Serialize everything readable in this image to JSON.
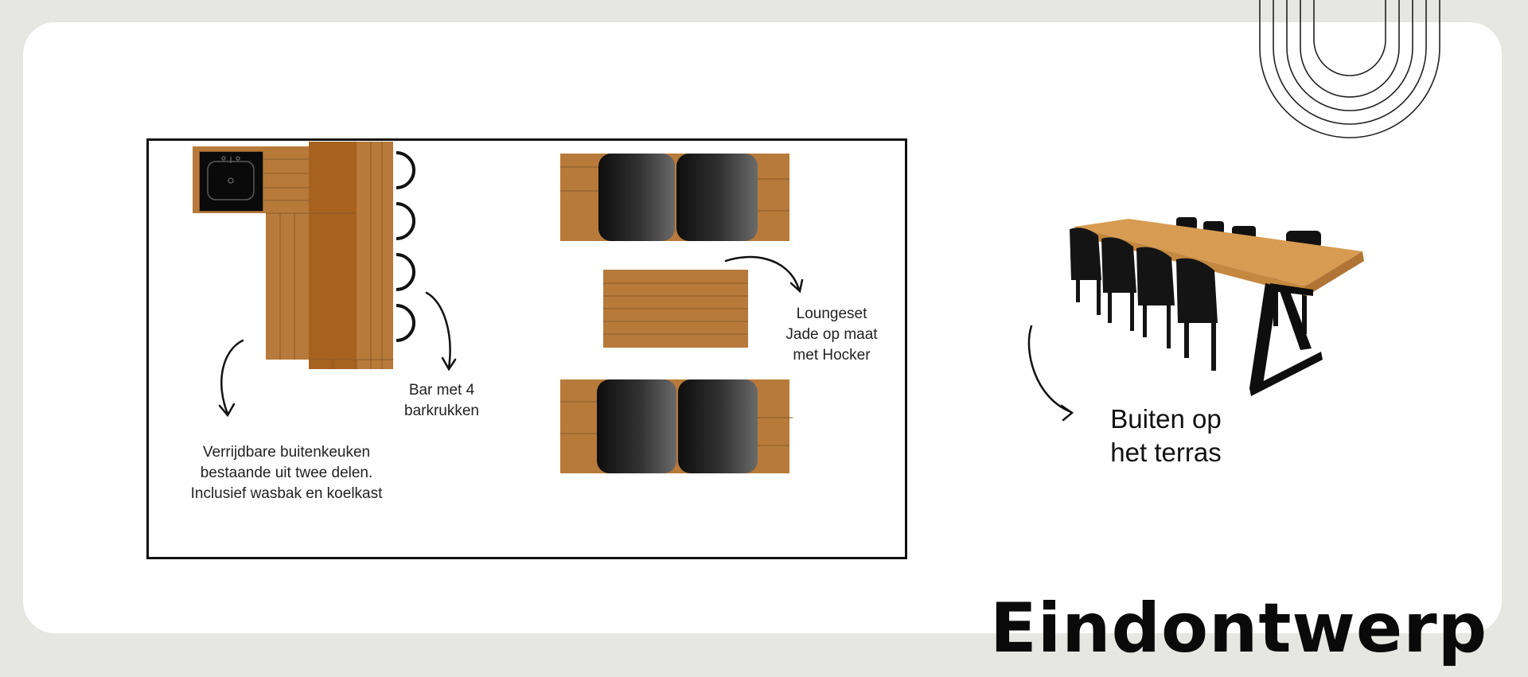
{
  "labels": {
    "kitchen": "Verrijdbare buitenkeuken\nbestaande uit twee delen.\nInclusief wasbak en koelkast",
    "bar": "Bar met 4\nbarkrukken",
    "lounge": "Loungeset\nJade op maat\nmet Hocker",
    "terrace": "Buiten op\nhet terras"
  },
  "title": "Eindontwerp",
  "colors": {
    "background": "#e6e6e2",
    "card": "#ffffff",
    "wood": "#b87a3a",
    "wood_dark": "#a6621e",
    "cushion": "#111111",
    "ink": "#111111"
  },
  "icons": [
    "sink-icon",
    "bar-stool-icon",
    "curved-arrow-icon",
    "arch-decoration-icon",
    "dining-table-icon"
  ]
}
